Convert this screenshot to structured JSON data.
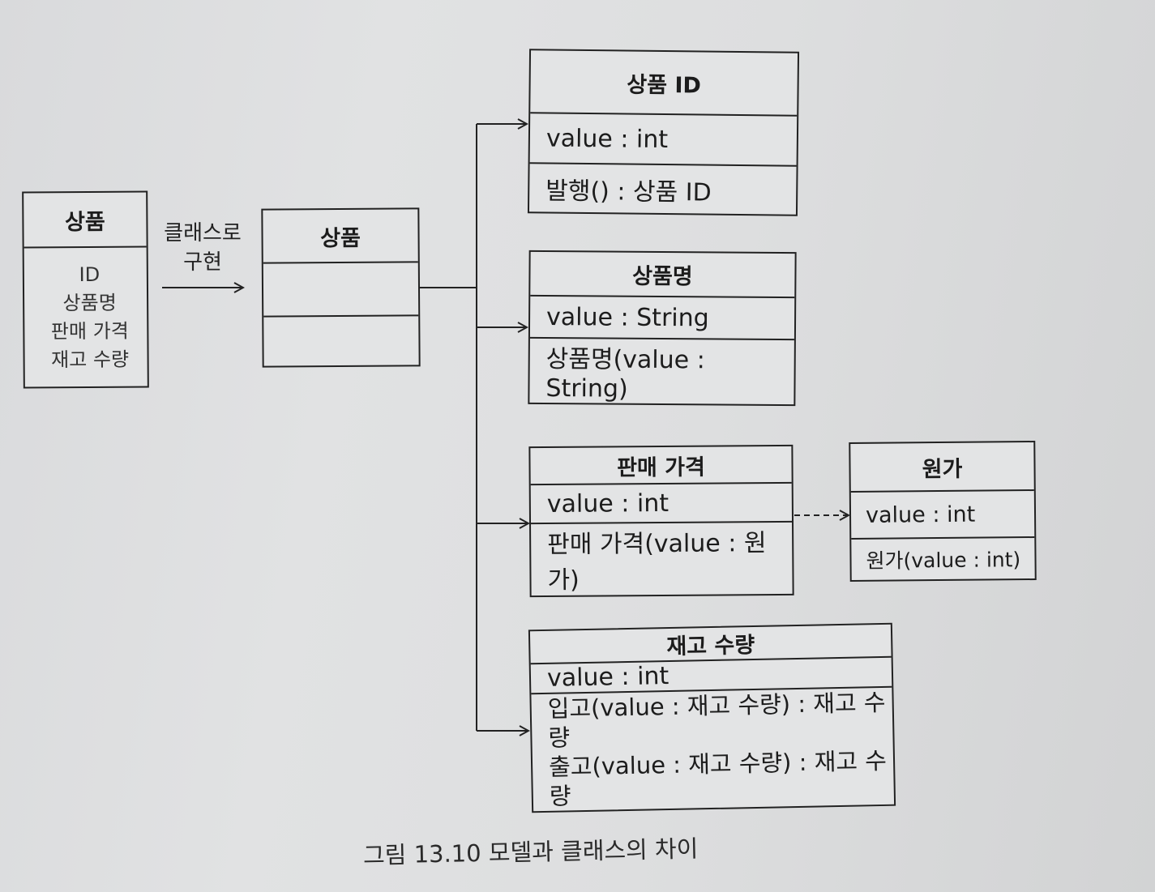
{
  "left_model": {
    "title": "상품",
    "attributes": [
      "ID",
      "상품명",
      "판매 가격",
      "재고 수량"
    ]
  },
  "implement_label": {
    "line1": "클래스로",
    "line2": "구현"
  },
  "product_class": {
    "title": "상품"
  },
  "classes": {
    "product_id": {
      "title": "상품 ID",
      "field": "value : int",
      "method": "발행() : 상품 ID"
    },
    "product_name": {
      "title": "상품명",
      "field": "value : String",
      "method": "상품명(value : String)"
    },
    "sale_price": {
      "title": "판매 가격",
      "field": "value : int",
      "method": "판매 가격(value : 원가)"
    },
    "cost": {
      "title": "원가",
      "field": "value : int",
      "method": "원가(value : int)"
    },
    "stock_quantity": {
      "title": "재고 수량",
      "field": "value : int",
      "methods": [
        "입고(value : 재고 수량) : 재고 수량",
        "출고(value : 재고 수량) : 재고 수량"
      ]
    }
  },
  "caption": "그림 13.10 모델과 클래스의 차이"
}
